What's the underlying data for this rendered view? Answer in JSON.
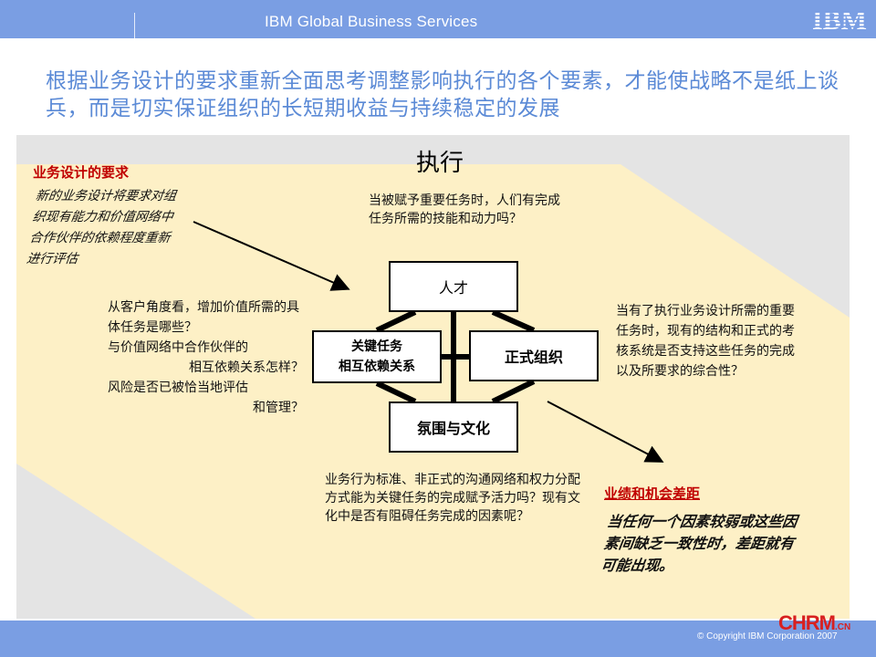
{
  "header": {
    "text": "IBM Global Business Services",
    "logo_text": "IBM"
  },
  "headline": "根据业务设计的要求重新全面思考调整影响执行的各个要素，才能使战略不是纸上谈兵，而是切实保证组织的长短期收益与持续稳定的发展",
  "diagram": {
    "title": "执行",
    "requirements": {
      "title": "业务设计的要求",
      "body": "新的业务设计将要求对组织现有能力和价值网络中合作伙伴的依赖程度重新进行评估"
    },
    "question_top": "当被赋予重要任务时，人们有完成任务所需的技能和动力吗？",
    "question_left": [
      {
        "text": "从客户角度看，增加价值所需的具体任务是哪些？",
        "align": "left"
      },
      {
        "text": "与价值网络中合作伙伴的",
        "align": "left"
      },
      {
        "text": "相互依赖关系怎样？",
        "align": "right"
      },
      {
        "text": "风险是否已被恰当地评估",
        "align": "left"
      },
      {
        "text": "和管理？",
        "align": "right"
      }
    ],
    "question_right": "当有了执行业务设计所需的重要任务时，现有的结构和正式的考核系统是否支持这些任务的完成以及所要求的综合性？",
    "question_bottom": "业务行为标准、非正式的沟通网络和权力分配方式能为关键任务的完成赋予活力吗？现有文化中是否有阻碍任务完成的因素呢？",
    "boxes": {
      "talent": "人才",
      "tasks_line1": "关键任务",
      "tasks_line2": "相互依赖关系",
      "org": "正式组织",
      "culture": "氛围与文化"
    },
    "gap": {
      "title": "业绩和机会差距",
      "body": "当任何一个因素较弱或这些因素间缺乏一致性时，差距就有可能出现。"
    }
  },
  "footer": {
    "copyright": "© Copyright IBM Corporation 2007",
    "watermark_main": "CHRM",
    "watermark_suffix": ".CN"
  },
  "colors": {
    "bar": "#7a9ee3",
    "headline": "#5b8ad6",
    "panel": "#e4e4e4",
    "band": "#fdf0c6",
    "accent_red": "#c00000"
  }
}
